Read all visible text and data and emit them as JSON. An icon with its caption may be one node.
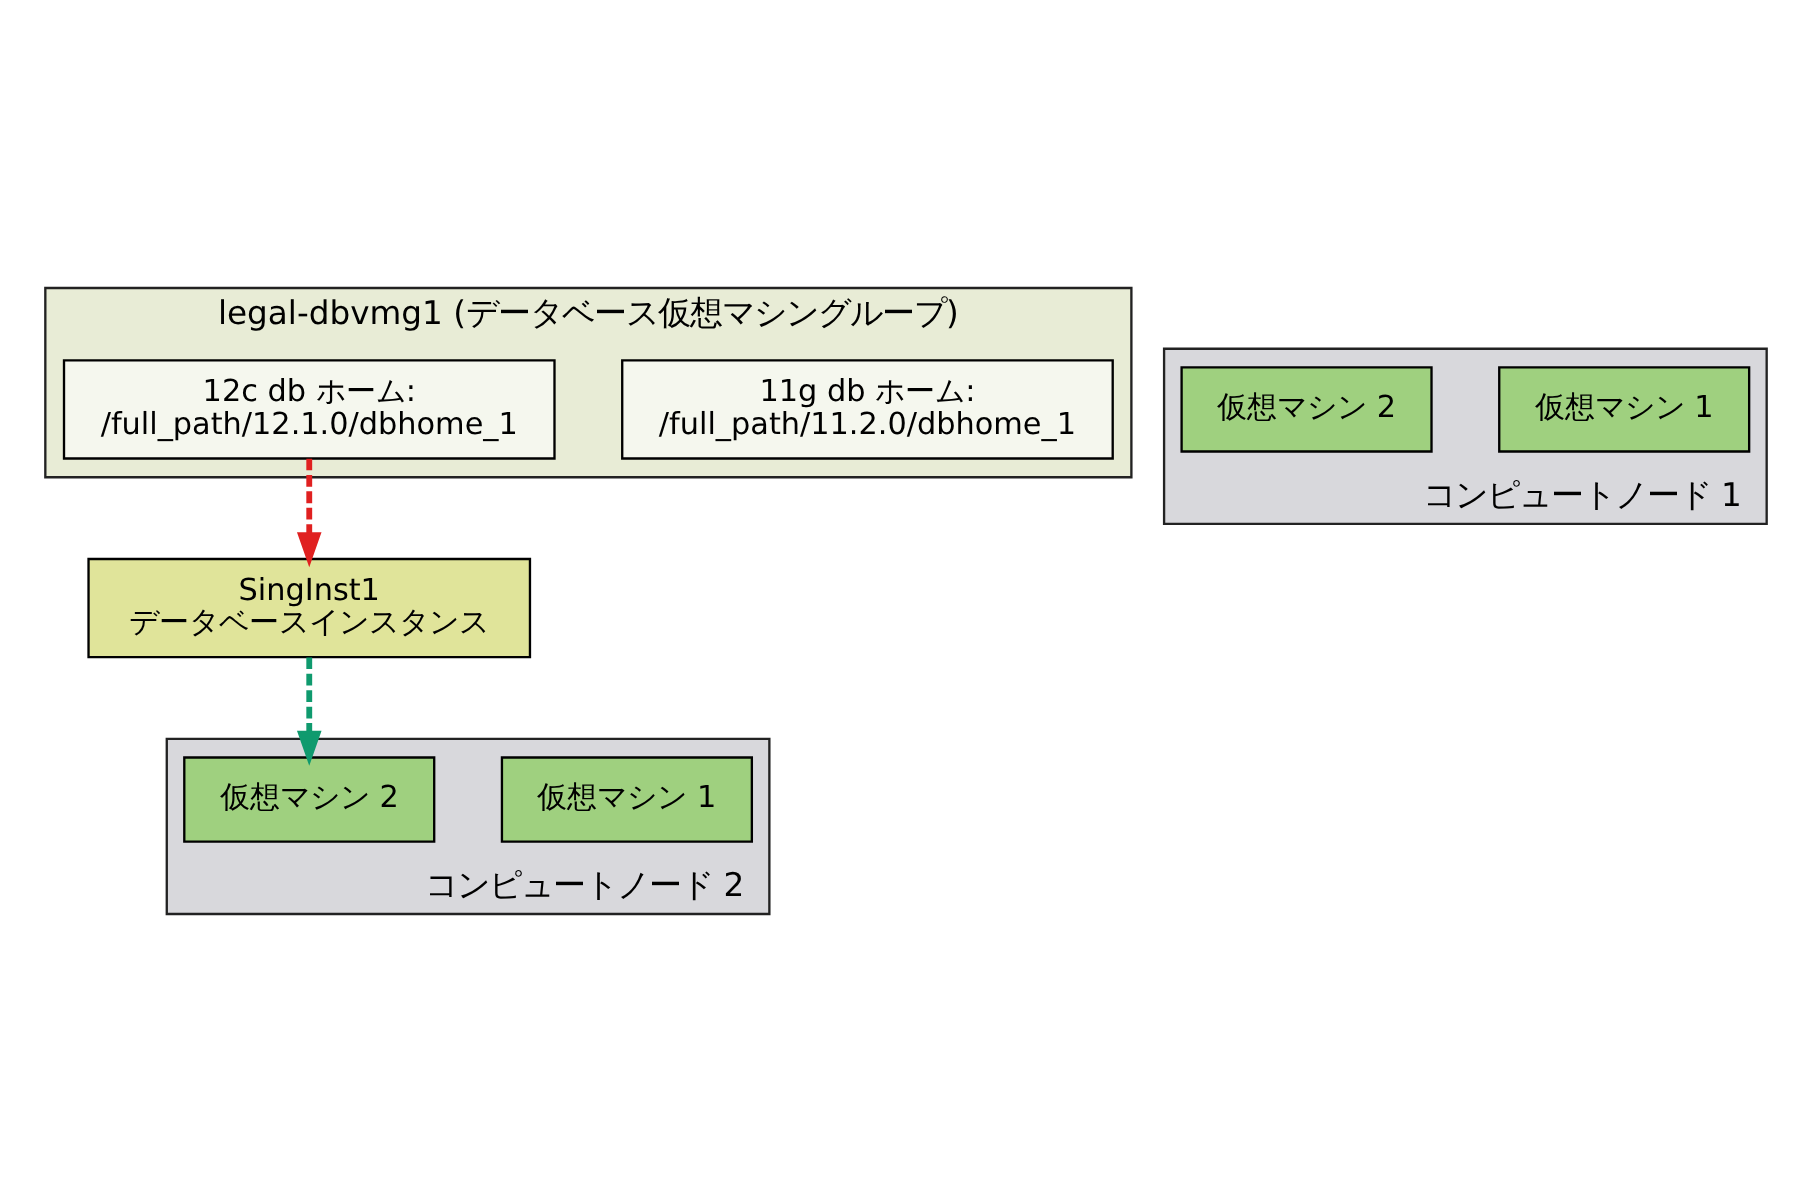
{
  "diagram": {
    "nodes": [
      {
        "text": [
          "legal-dbvmg1 (データベース仮想マシングループ)"
        ]
      },
      {
        "text": [
          "コンピュートノード 2"
        ]
      },
      {
        "text": [
          "仮想マシン 1"
        ],
        "in": 1
      },
      {
        "text": [
          "仮想マシン 2"
        ],
        "in": 1
      },
      {
        "text": [
          "SingInst1",
          "データベースインスタンス"
        ]
      },
      {
        "text": [
          "11g db ホーム:",
          "/full_path/11.2.0/dbhome_1"
        ],
        "in": 0
      },
      {
        "text": [
          "12c db ホーム:",
          "/full_path/12.1.0/dbhome_1"
        ],
        "in": 0
      },
      {
        "text": [
          "コンピュートノード 1"
        ]
      },
      {
        "text": [
          "仮想マシン 1"
        ],
        "in": 7
      },
      {
        "text": [
          "仮想マシン 2"
        ],
        "in": 7
      }
    ],
    "edges": [
      {
        "from": 4,
        "to": 3,
        "arrow": "to",
        "style": "dashed",
        "color": "#0f9a6e"
      },
      {
        "from": 6,
        "to": 4,
        "arrow": "to",
        "style": "dashed",
        "color": "#e02020"
      }
    ]
  }
}
